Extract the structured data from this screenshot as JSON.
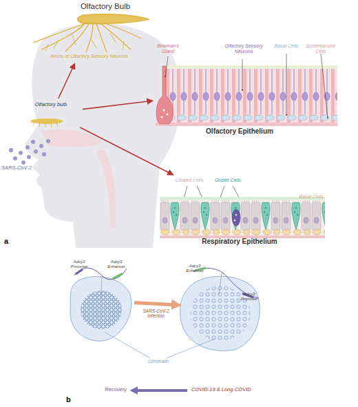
{
  "diagram": {
    "nodes": [
      {
        "text": [
          "Olfactory Bulb",
          "Axons of Olfactory Sensory Neurons"
        ]
      },
      {
        "text": [
          "Olfactory bulb"
        ]
      },
      {
        "text": [
          "Bowman's Gland",
          "Olfactory Sensory Neurons",
          "Basal Cells",
          "Sustentacular Cells",
          "Olfactory Epithelium"
        ]
      },
      {
        "text": [
          "Ciliated Cells",
          "Goblet Cells",
          "Basal Cells",
          "Respiratory Epithelium"
        ]
      },
      {
        "text": [
          "Adcy3 Promoter",
          "Adcy3 Enhancer"
        ]
      },
      {
        "text": [
          "Adcy3 Enhancer",
          "Adcy3 Promoter"
        ]
      }
    ],
    "edges": [
      {
        "from": 1,
        "to": 0,
        "arrow": "to"
      },
      {
        "from": 1,
        "to": 2,
        "arrow": "to"
      },
      {
        "from": 1,
        "to": 3,
        "arrow": "to"
      },
      {
        "from": 4,
        "to": 5,
        "label": "SARS-CoV-2 Infection",
        "arrow": "to"
      }
    ],
    "labels": [
      "SARS-CoV-2",
      "a",
      "Chromatin",
      "Recovery",
      "COVID-19 & Long-COVID",
      "b"
    ]
  }
}
